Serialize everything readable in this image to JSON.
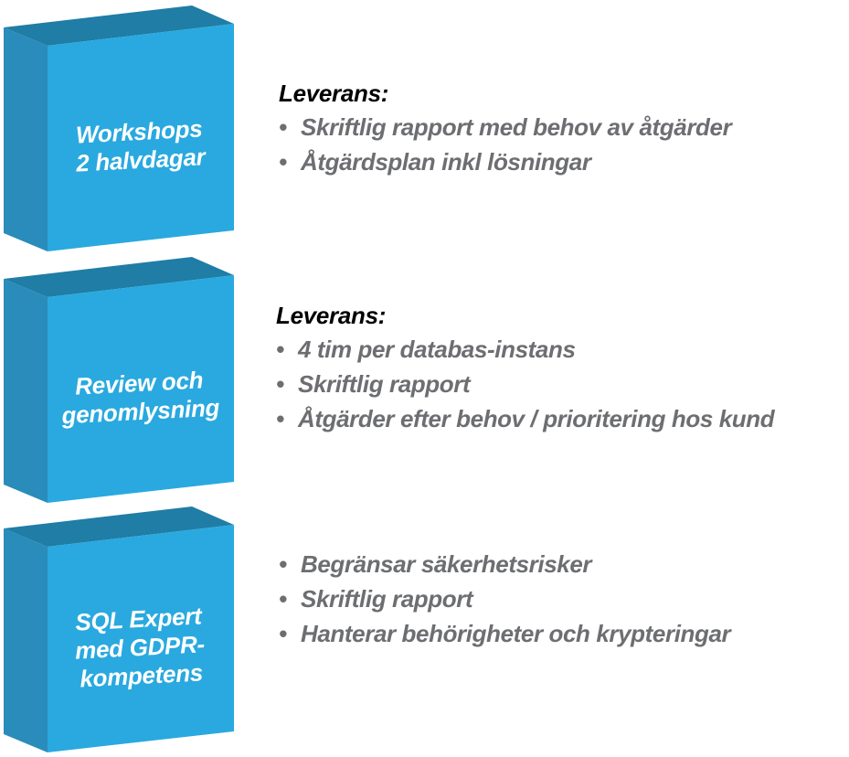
{
  "colors": {
    "front": "#29a9df",
    "top": "#1f7da6",
    "side": "#2a8cba"
  },
  "blocks": [
    {
      "lines": [
        "Workshops",
        "2 halvdagar"
      ],
      "heading": "Leverans:",
      "items": [
        "Skriftlig rapport med behov av åtgärder",
        "Åtgärdsplan inkl lösningar"
      ]
    },
    {
      "lines": [
        "Review och",
        "genomlysning"
      ],
      "heading": "Leverans:",
      "items": [
        "4 tim per databas-instans",
        "Skriftlig rapport",
        "Åtgärder efter behov / prioritering hos kund"
      ]
    },
    {
      "lines": [
        "SQL Expert",
        "med GDPR-",
        "kompetens"
      ],
      "heading": "",
      "items": [
        "Begränsar säkerhetsrisker",
        "Skriftlig rapport",
        "Hanterar behörigheter och krypteringar"
      ]
    }
  ],
  "bullet_char": "•"
}
